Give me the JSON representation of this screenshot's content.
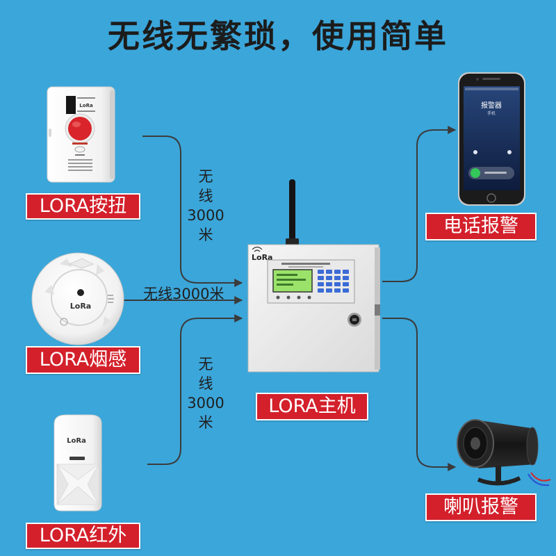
{
  "title": "无线无繁琐，使用简单",
  "colors": {
    "background": "#3ba6da",
    "label_background": "#d3202b",
    "label_border": "#ffffff",
    "link_line": "#3b3b3b",
    "title_text": "#1c1c1c"
  },
  "devices": {
    "button": {
      "label": "LORA按扭",
      "logo": "LoRa"
    },
    "smoke": {
      "label": "LORA烟感",
      "logo": "LoRa"
    },
    "pir": {
      "label": "LORA红外",
      "logo": "LoRa"
    },
    "host": {
      "label": "LORA主机",
      "logo": "LoRa"
    },
    "phone": {
      "label": "电话报警",
      "screen_title": "报警器",
      "screen_subtitle": "手机"
    },
    "siren": {
      "label": "喇叭报警"
    }
  },
  "links": {
    "top": [
      "无",
      "线",
      "3000",
      "米"
    ],
    "middle": "无线3000米",
    "bottom": [
      "无",
      "线",
      "3000",
      "米"
    ]
  }
}
